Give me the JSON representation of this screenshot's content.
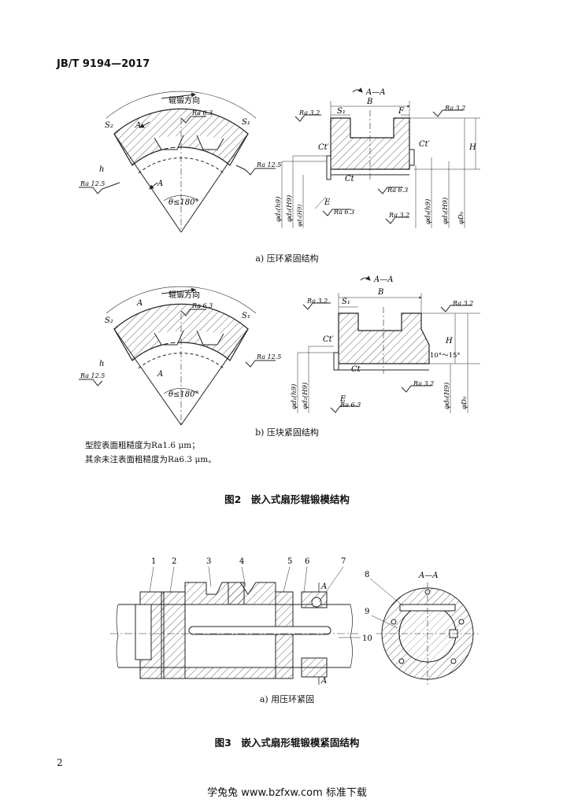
{
  "header": {
    "standard": "JB/T 9194—2017"
  },
  "figure2": {
    "part_a": {
      "caption": "a) 压环紧固结构",
      "left": {
        "direction": "辊锻方向",
        "s2": "S₂",
        "s1": "S₁",
        "h": "h",
        "section": "A",
        "angle": "θ≤180°",
        "ra_top": "Ra 6.3",
        "ra_right": "Ra 12.5",
        "ra_left": "Ra 12.5"
      },
      "right": {
        "section": "A—A",
        "b": "B",
        "s1": "S₁",
        "f": "F",
        "ct": "Ct",
        "ct_prime": "Ct′",
        "h": "H",
        "e": "E",
        "d1": "φd₁(h9)",
        "d2": "φd₂(H9)",
        "d3": "φd₃(H9)",
        "d4": "φd₄(h9)",
        "d5": "φd₅(H9)",
        "d0": "φD₀",
        "ra32_a": "Ra 3.2",
        "ra32_b": "Ra 3.2",
        "ra32_c": "Ra 3.2",
        "ra63_a": "Ra 6.3",
        "ra63_b": "Ra 6.3"
      }
    },
    "part_b": {
      "caption": "b) 压块紧固结构",
      "left": {
        "direction": "辊锻方向",
        "s2": "S₂",
        "s1": "S₁",
        "h": "h",
        "section": "A",
        "angle": "θ≤180°",
        "ra_top": "Ra 6.3",
        "ra_right": "Ra 12.5",
        "ra_left": "Ra 12.5"
      },
      "right": {
        "section": "A—A",
        "b": "B",
        "s1": "S₁",
        "ct": "Ct",
        "ct_prime": "Ct′",
        "h": "H",
        "e": "E",
        "angle": "10°～15°",
        "d1": "φd₁(h9)",
        "d2": "φd₂(H9)",
        "d6": "φd₆(H9)",
        "d0": "φD₀",
        "ra32_a": "Ra 3.2",
        "ra32_b": "Ra 3.2",
        "ra32_c": "Ra 3.2",
        "ra63": "Ra 6.3"
      }
    },
    "notes": [
      "型腔表面粗糙度为Ra1.6 μm；",
      "其余未注表面粗糙度为Ra6.3 μm。"
    ],
    "title": "图2　嵌入式扇形辊锻模结构"
  },
  "figure3": {
    "part_a": {
      "caption": "a) 用压环紧固",
      "labels": [
        "1",
        "2",
        "3",
        "4",
        "5",
        "6",
        "7",
        "8",
        "9",
        "10"
      ],
      "section": "A—A",
      "cut": "A"
    },
    "title": "图3　嵌入式扇形辊锻模紧固结构"
  },
  "page_number": "2",
  "footer": "学兔兔 www.bzfxw.com 标准下载"
}
